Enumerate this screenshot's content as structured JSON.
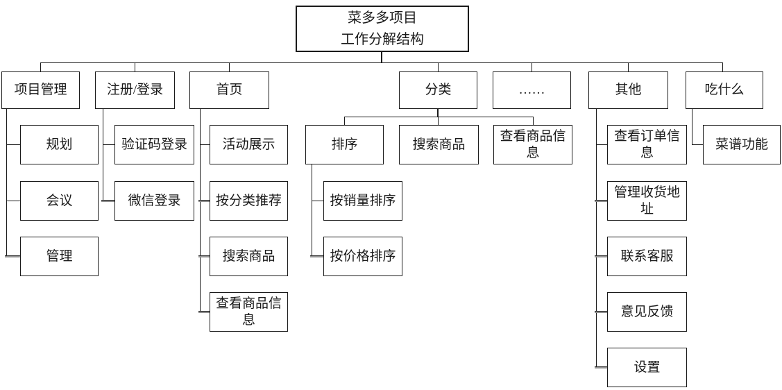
{
  "diagram": {
    "title": "菜多多项目 工作分解结构",
    "type": "work-breakdown-structure-tree",
    "root": {
      "line1": "菜多多项目",
      "line2": "工作分解结构"
    },
    "nodes": {
      "project_management": "项目管理",
      "planning": "规划",
      "meeting": "会议",
      "management": "管理",
      "register_login": "注册/登录",
      "captcha_login": "验证码登录",
      "wechat_login": "微信登录",
      "home": "首页",
      "activity_display": "活动展示",
      "recommend_by_category": "按分类推荐",
      "home_search_products": "搜索商品",
      "home_view_product_info": "查看商品信息",
      "category": "分类",
      "sort": "排序",
      "category_search_products": "搜索商品",
      "category_view_product_info": "查看商品信息",
      "sort_by_sales": "按销量排序",
      "sort_by_price": "按价格排序",
      "ellipsis": "……",
      "other": "其他",
      "view_order_info": "查看订单信息",
      "manage_shipping_address": "管理收货地址",
      "contact_customer_service": "联系客服",
      "feedback": "意见反馈",
      "settings": "设置",
      "what_to_eat": "吃什么",
      "recipe_function": "菜谱功能"
    },
    "structure": {
      "root_children": [
        "project_management",
        "register_login",
        "home",
        "category",
        "ellipsis",
        "other",
        "what_to_eat"
      ],
      "project_management": [
        "planning",
        "meeting",
        "management"
      ],
      "register_login": [
        "captcha_login",
        "wechat_login"
      ],
      "home": [
        "activity_display",
        "recommend_by_category",
        "home_search_products",
        "home_view_product_info"
      ],
      "category": [
        "sort",
        "category_search_products",
        "category_view_product_info"
      ],
      "sort": [
        "sort_by_sales",
        "sort_by_price"
      ],
      "other": [
        "view_order_info",
        "manage_shipping_address",
        "contact_customer_service",
        "feedback",
        "settings"
      ],
      "what_to_eat": [
        "recipe_function"
      ]
    },
    "colors": {
      "line": "#1a1a1a",
      "gray_connector": "#909090",
      "background": "#ffffff",
      "text": "#1a1a1a"
    }
  }
}
